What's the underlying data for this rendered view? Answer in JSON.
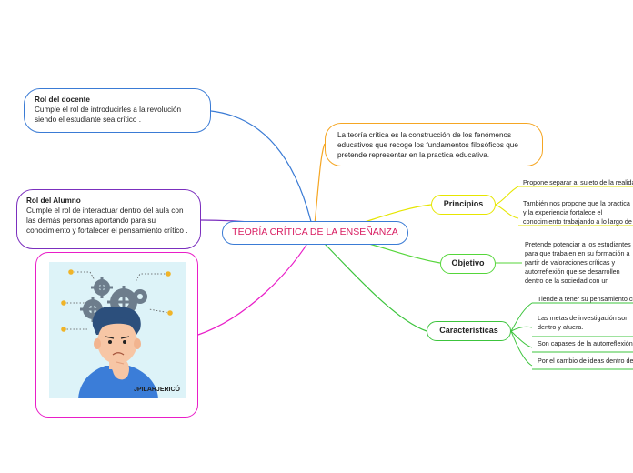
{
  "center": {
    "label": "TEORÍA CRÍTICA DE LA ENSEÑANZA"
  },
  "rol_docente": {
    "title": "Rol del docente",
    "text": "Cumple el rol de introducirles a la revolución siendo el estudiante sea crítico ."
  },
  "rol_alumno": {
    "title": "Rol del Alumno",
    "text": "Cumple el rol de interactuar dentro del aula con las demás personas aportando para su conocimiento y fortalecer el pensamiento crítico ."
  },
  "definicion": {
    "text": "La teoría crítica es la construcción  de los fenómenos educativos que recoge los fundamentos filosóficos que pretende representar en la practica educativa."
  },
  "principios": {
    "label": "Principios",
    "items": [
      "Propone separar al sujeto de la realidad",
      "También nos propone que la practica y la experiencia  fortalece el conocimiento trabajando a lo largo de la vida."
    ]
  },
  "objetivo": {
    "label": "Objetivo",
    "items": [
      "Pretende potenciar a los estudiantes para que trabajen en su formación  a partir de valoraciones críticas y autorreflexión que se desarrollen dentro de la sociedad con un pensamiento emancipador."
    ]
  },
  "caracteristicas": {
    "label": "Características",
    "items": [
      "Tiende a tener su pensamiento crítico",
      "Las metas de investigación son dentro y afuera.",
      "Son capases de la autorreflexión",
      "Por el cambio de ideas dentro de la sociedad"
    ]
  },
  "image": {
    "watermark": "JPILARJERICÓ"
  },
  "colors": {
    "center_border": "#3a7bd5",
    "center_text": "#d81b60",
    "docente": "#3a7bd5",
    "alumno": "#7b2fbe",
    "image": "#e91ec8",
    "definicion": "#f5a623",
    "principios": "#e6e600",
    "objetivo": "#55d63a",
    "caracteristicas": "#3cc43c"
  }
}
